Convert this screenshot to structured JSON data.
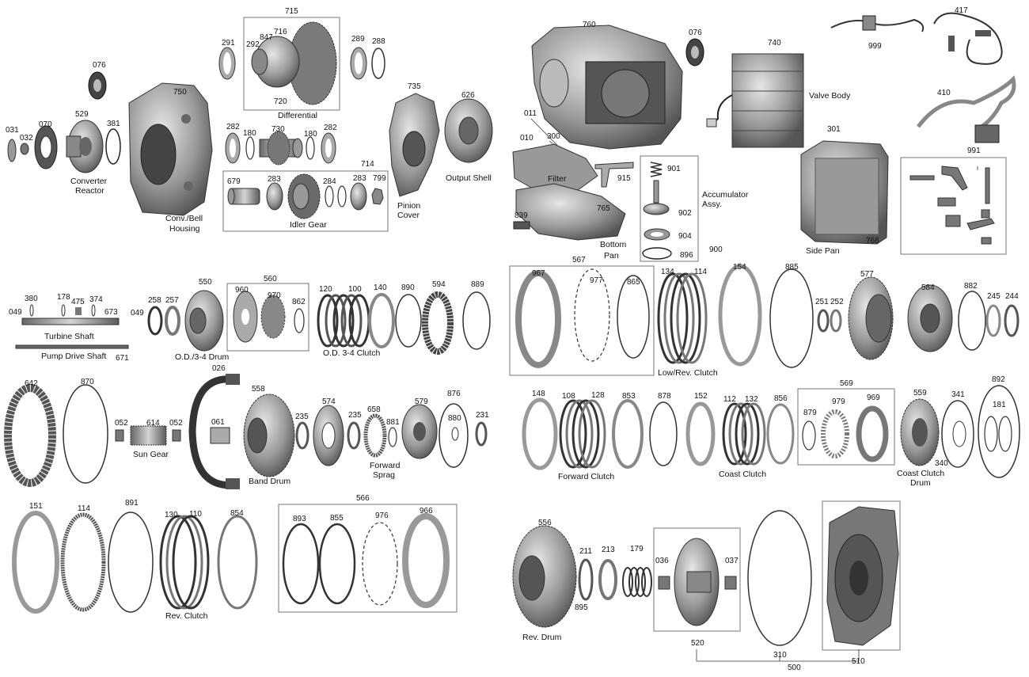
{
  "parts": {
    "p715": "715",
    "p291": "291",
    "p292": "292",
    "p847": "847",
    "p716": "716",
    "p289": "289",
    "p288": "288",
    "p720": "720",
    "p076a": "076",
    "p750": "750",
    "p735": "735",
    "p626": "626",
    "p529": "529",
    "p031": "031",
    "p032": "032",
    "p070": "070",
    "p381": "381",
    "p282a": "282",
    "p180a": "180",
    "p730": "730",
    "p180b": "180",
    "p282b": "282",
    "p714": "714",
    "p679": "679",
    "p283a": "283",
    "p284": "284",
    "p283b": "283",
    "p799": "799",
    "p760": "760",
    "p076b": "076",
    "p740": "740",
    "p999": "999",
    "p417": "417",
    "p410": "410",
    "p011": "011",
    "p010": "010",
    "p300": "300",
    "p915": "915",
    "p901": "901",
    "p902": "902",
    "p904": "904",
    "p896": "896",
    "p900": "900",
    "p765": "765",
    "p839": "839",
    "p301": "301",
    "p766": "766",
    "p991": "991",
    "p380": "380",
    "p178": "178",
    "p475": "475",
    "p374": "374",
    "p049a": "049",
    "p673": "673",
    "p671": "671",
    "p049b": "049",
    "p258": "258",
    "p257": "257",
    "p550": "550",
    "p560": "560",
    "p960": "960",
    "p970": "970",
    "p862": "862",
    "p120": "120",
    "p100": "100",
    "p140": "140",
    "p890": "890",
    "p594": "594",
    "p889": "889",
    "p567": "567",
    "p967": "967",
    "p977": "977",
    "p865": "865",
    "p134": "134",
    "p114a": "114",
    "p154": "154",
    "p885": "885",
    "p251": "251",
    "p252": "252",
    "p577": "577",
    "p584": "584",
    "p882": "882",
    "p245": "245",
    "p244": "244",
    "p642": "642",
    "p870": "870",
    "p052a": "052",
    "p614": "614",
    "p052b": "052",
    "p026": "026",
    "p061": "061",
    "p558": "558",
    "p235a": "235",
    "p574": "574",
    "p235b": "235",
    "p658": "658",
    "p881": "881",
    "p579": "579",
    "p876": "876",
    "p880": "880",
    "p231": "231",
    "p148": "148",
    "p108": "108",
    "p128": "128",
    "p853": "853",
    "p878": "878",
    "p152": "152",
    "p112": "112",
    "p132": "132",
    "p856": "856",
    "p569": "569",
    "p879": "879",
    "p979": "979",
    "p969": "969",
    "p559": "559",
    "p341": "341",
    "p340": "340",
    "p892": "892",
    "p181": "181",
    "p151": "151",
    "p114b": "114",
    "p891": "891",
    "p130": "130",
    "p110": "110",
    "p854": "854",
    "p566": "566",
    "p893": "893",
    "p855": "855",
    "p976": "976",
    "p966": "966",
    "p556": "556",
    "p211": "211",
    "p213": "213",
    "p179": "179",
    "p036": "036",
    "p037": "037",
    "p895": "895",
    "p520": "520",
    "p310": "310",
    "p500": "500",
    "p510": "510"
  },
  "captions": {
    "differential": "Differential",
    "conv_reactor_1": "Converter",
    "conv_reactor_2": "Reactor",
    "bell_housing_1": "Conv./Bell",
    "bell_housing_2": "Housing",
    "idler_gear": "Idler Gear",
    "pinion_cover_1": "Pinion",
    "pinion_cover_2": "Cover",
    "output_shell": "Output Shell",
    "filter": "Filter",
    "bottom_pan_1": "Bottom",
    "bottom_pan_2": "Pan",
    "accumulator_1": "Accumulator",
    "accumulator_2": "Assy.",
    "valve_body": "Valve Body",
    "side_pan": "Side Pan",
    "turbine_shaft": "Turbine Shaft",
    "pump_drive_shaft": "Pump Drive Shaft",
    "od_drum": "O.D./3-4 Drum",
    "od_clutch": "O.D. 3-4 Clutch",
    "low_rev_clutch": "Low/Rev. Clutch",
    "sun_gear": "Sun Gear",
    "band_drum": "Band Drum",
    "forward_sprag_1": "Forward",
    "forward_sprag_2": "Sprag",
    "forward_clutch": "Forward Clutch",
    "coast_clutch": "Coast Clutch",
    "coast_clutch_drum_1": "Coast Clutch",
    "coast_clutch_drum_2": "Drum",
    "rev_clutch": "Rev. Clutch",
    "rev_drum": "Rev. Drum"
  },
  "colors": {
    "part_fill": "#8c8c8c",
    "part_dark": "#4a4a4a",
    "part_light": "#c8c8c8",
    "box_stroke": "#777777"
  }
}
